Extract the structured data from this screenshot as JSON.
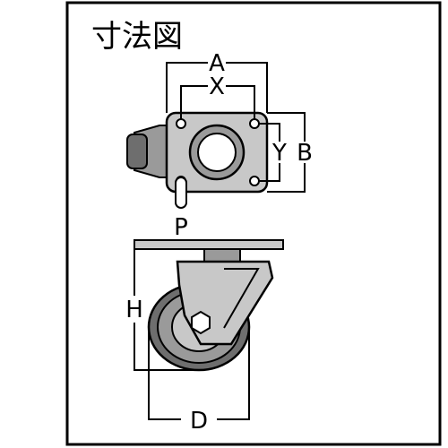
{
  "title": "寸法図",
  "labels": {
    "A": "A",
    "X": "X",
    "Y": "Y",
    "B": "B",
    "P": "P",
    "H": "H",
    "D": "D"
  },
  "colors": {
    "line": "#000000",
    "fill_light": "#c8c8c8",
    "fill_mid": "#9a9a9a",
    "fill_dark": "#6e6e6e",
    "background": "#ffffff"
  }
}
